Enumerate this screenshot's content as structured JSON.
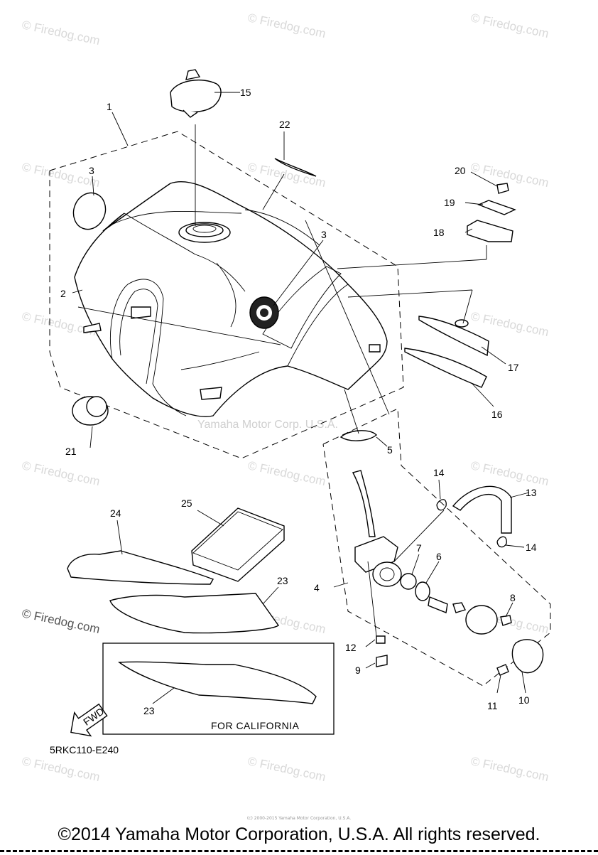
{
  "watermarks": {
    "site": "© Firedog.com",
    "maker": "Yamaha Motor Corp. U.S.A."
  },
  "callouts": {
    "p1": "1",
    "p2": "2",
    "p3a": "3",
    "p3b": "3",
    "p4": "4",
    "p5": "5",
    "p6": "6",
    "p7": "7",
    "p8": "8",
    "p9": "9",
    "p10": "10",
    "p11": "11",
    "p12": "12",
    "p13": "13",
    "p14a": "14",
    "p14b": "14",
    "p15": "15",
    "p16": "16",
    "p17": "17",
    "p18": "18",
    "p19": "19",
    "p20": "20",
    "p21": "21",
    "p22": "22",
    "p23a": "23",
    "p23b": "23",
    "p24": "24",
    "p25": "25"
  },
  "california_label": "FOR CALIFORNIA",
  "fwd_label": "FWD",
  "diagram_code": "5RKC110-E240",
  "tiny_copyright": "(c) 2000-2015 Yamaha Motor Corporation, U.S.A.",
  "copyright": "©2014 Yamaha Motor Corporation, U.S.A. All rights reserved."
}
